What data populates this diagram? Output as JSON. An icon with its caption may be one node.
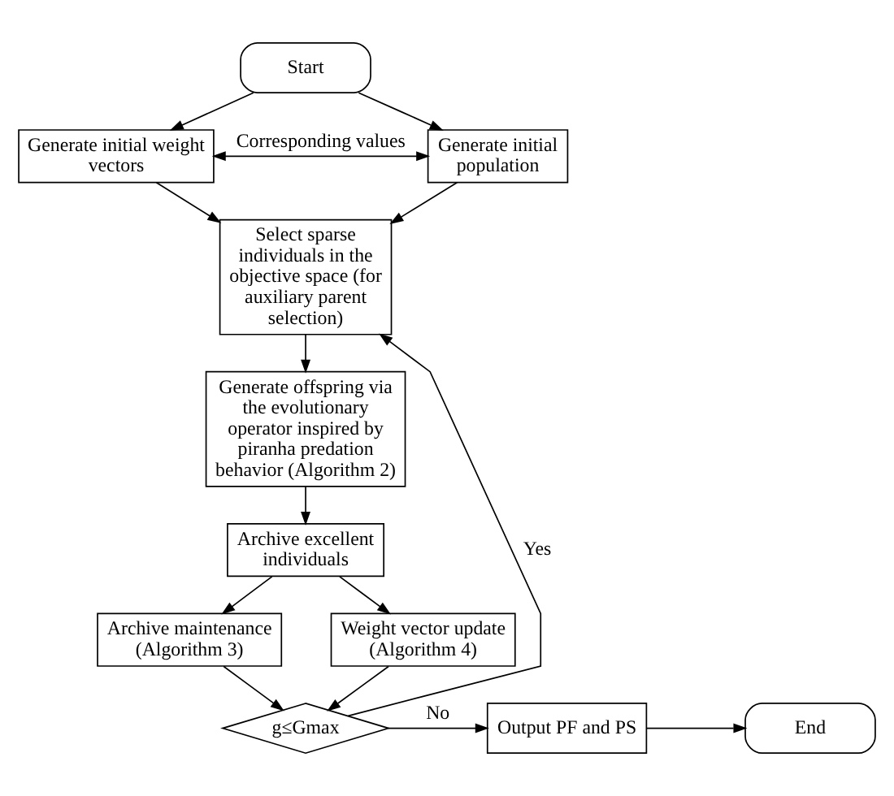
{
  "diagram": {
    "nodes": [
      {
        "text": [
          "Start"
        ]
      },
      {
        "text": [
          "Generate initial weight vectors"
        ]
      },
      {
        "text": [
          "Generate initial population"
        ]
      },
      {
        "text": [
          "Select sparse individuals in the objective space (for auxiliary parent selection)"
        ]
      },
      {
        "text": [
          "Generate offspring via the evolutionary operator inspired by piranha predation behavior (Algorithm 2)"
        ]
      },
      {
        "text": [
          "Archive excellent individuals"
        ]
      },
      {
        "text": [
          "Archive maintenance (Algorithm 3)"
        ]
      },
      {
        "text": [
          "Weight vector update (Algorithm 4)"
        ]
      },
      {
        "text": [
          "g≤Gmax"
        ]
      },
      {
        "text": [
          "Output PF and PS"
        ]
      },
      {
        "text": [
          "End"
        ]
      }
    ],
    "edges": [
      {
        "from": 0,
        "to": 1,
        "arrow": "to"
      },
      {
        "from": 0,
        "to": 2,
        "arrow": "to"
      },
      {
        "from": 1,
        "to": 2,
        "arrow": "both",
        "label": "Corresponding values"
      },
      {
        "from": 1,
        "to": 3,
        "arrow": "to"
      },
      {
        "from": 2,
        "to": 3,
        "arrow": "to"
      },
      {
        "from": 3,
        "to": 4,
        "arrow": "to"
      },
      {
        "from": 4,
        "to": 5,
        "arrow": "to"
      },
      {
        "from": 5,
        "to": 6,
        "arrow": "to"
      },
      {
        "from": 5,
        "to": 7,
        "arrow": "to"
      },
      {
        "from": 6,
        "to": 8,
        "arrow": "to"
      },
      {
        "from": 7,
        "to": 8,
        "arrow": "to"
      },
      {
        "from": 8,
        "to": 9,
        "arrow": "to",
        "label": "No"
      },
      {
        "from": 8,
        "to": 3,
        "arrow": "to",
        "label": "Yes"
      },
      {
        "from": 9,
        "to": 10,
        "arrow": "to"
      }
    ]
  }
}
